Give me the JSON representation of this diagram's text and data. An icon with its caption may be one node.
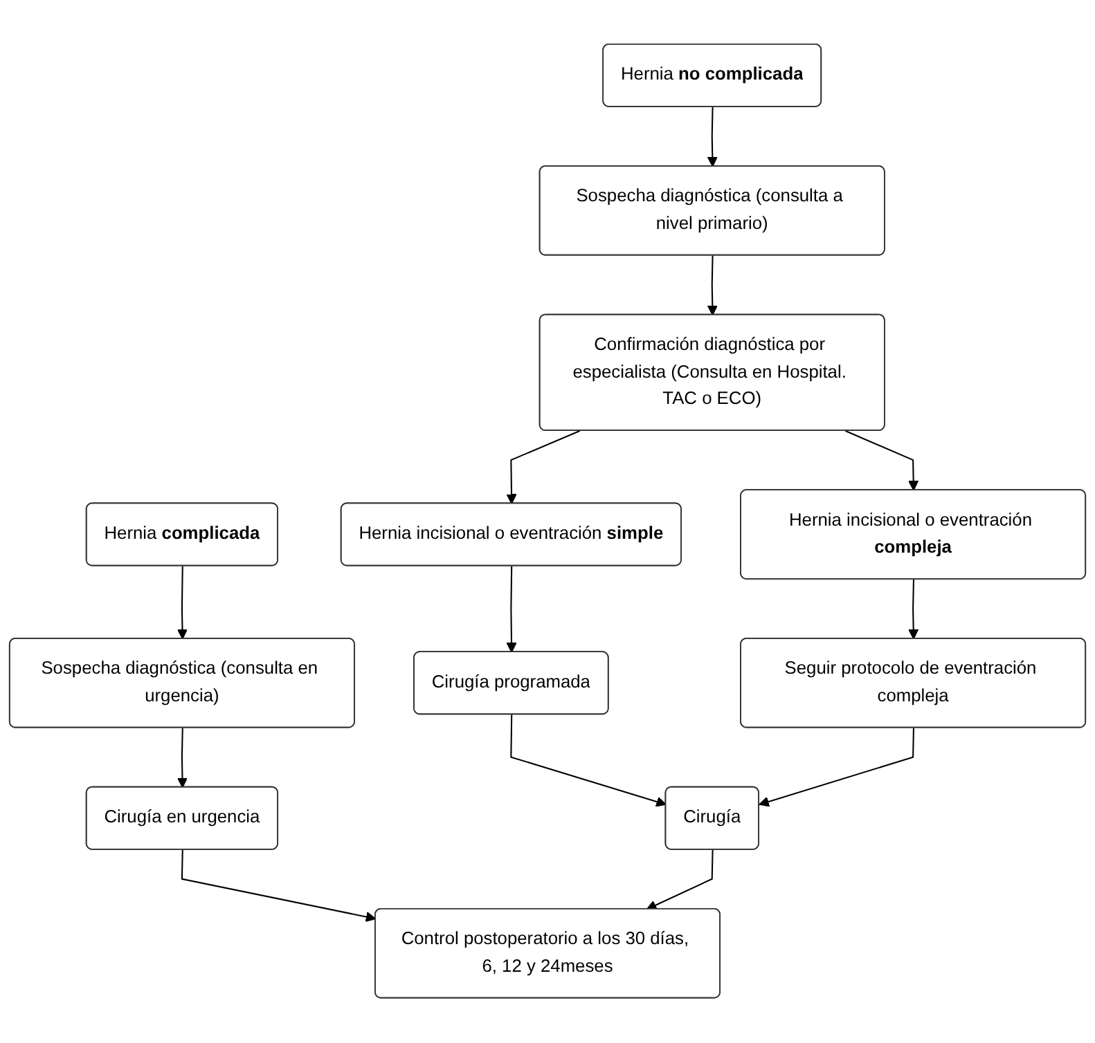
{
  "diagram": {
    "nodes": [
      {
        "text": [
          "Hernia **complicada**"
        ]
      },
      {
        "text": [
          "Hernia **no complicada**"
        ]
      },
      {
        "text": [
          "Sospecha diagnóstica (consulta en urgencia)"
        ]
      },
      {
        "text": [
          "Sospecha diagnóstica (consulta a nivel primario)"
        ]
      },
      {
        "text": [
          "Confirmación diagnóstica por especialista (Consulta en Hospital. TAC o ECO)"
        ]
      },
      {
        "text": [
          "Hernia incisional o eventración **simple**"
        ]
      },
      {
        "text": [
          "Hernia incisional o eventración **compleja**"
        ]
      },
      {
        "text": [
          "Cirugía programada"
        ]
      },
      {
        "text": [
          "Seguir protocolo de eventración compleja"
        ]
      },
      {
        "text": [
          "Cirugía en urgencia"
        ]
      },
      {
        "text": [
          "Cirugía"
        ]
      },
      {
        "text": [
          "Control postoperatorio a los 30 días, 6, 12 y 24meses"
        ]
      }
    ],
    "edges": [
      {
        "from": 0,
        "to": 2,
        "arrow": "to"
      },
      {
        "from": 1,
        "to": 3,
        "arrow": "to"
      },
      {
        "from": 2,
        "to": 9,
        "arrow": "to"
      },
      {
        "from": 3,
        "to": 4,
        "arrow": "to"
      },
      {
        "from": 4,
        "to": 5,
        "arrow": "to"
      },
      {
        "from": 4,
        "to": 6,
        "arrow": "to"
      },
      {
        "from": 5,
        "to": 7,
        "arrow": "to"
      },
      {
        "from": 6,
        "to": 8,
        "arrow": "to"
      },
      {
        "from": 7,
        "to": 10,
        "arrow": "to"
      },
      {
        "from": 8,
        "to": 10,
        "arrow": "to"
      },
      {
        "from": 9,
        "to": 11,
        "arrow": "to"
      },
      {
        "from": 10,
        "to": 11,
        "arrow": "to"
      }
    ]
  }
}
